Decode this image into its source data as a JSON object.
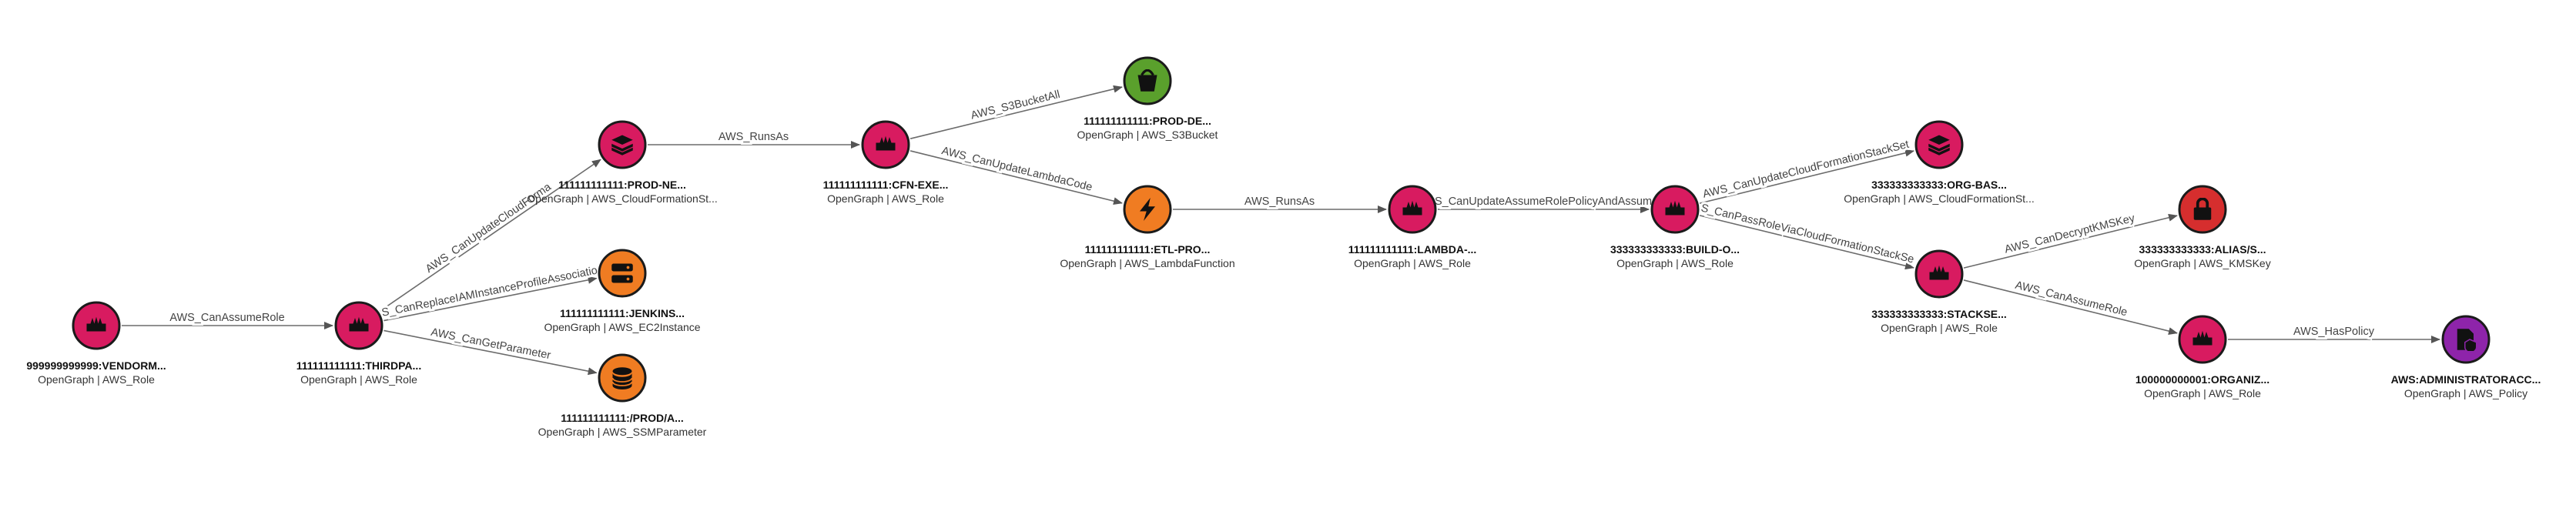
{
  "colors": {
    "AWS_Role": "#d81b60",
    "AWS_CloudFormationStack": "#d81b60",
    "AWS_S3Bucket": "#5aa02c",
    "AWS_LambdaFunction": "#f07c22",
    "AWS_EC2Instance": "#f07c22",
    "AWS_SSMParameter": "#f07c22",
    "AWS_KMSKey": "#d62e2e",
    "AWS_Policy": "#8e24aa"
  },
  "nodes": [
    {
      "id": "vendor",
      "name": "999999999999:VENDORM...",
      "kind": "OpenGraph | AWS_Role",
      "icon": "role-icon",
      "color": "#d81b60"
    },
    {
      "id": "thirdpa",
      "name": "111111111111:THIRDPA...",
      "kind": "OpenGraph | AWS_Role",
      "icon": "role-icon",
      "color": "#d81b60"
    },
    {
      "id": "prodne",
      "name": "111111111111:PROD-NE...",
      "kind": "OpenGraph | AWS_CloudFormationSt...",
      "icon": "stack-icon",
      "color": "#d81b60"
    },
    {
      "id": "jenkins",
      "name": "111111111111:JENKINS...",
      "kind": "OpenGraph | AWS_EC2Instance",
      "icon": "server-icon",
      "color": "#f07c22"
    },
    {
      "id": "ssm",
      "name": "111111111111:/PROD/A...",
      "kind": "OpenGraph | AWS_SSMParameter",
      "icon": "database-icon",
      "color": "#f07c22"
    },
    {
      "id": "cfnexe",
      "name": "111111111111:CFN-EXE...",
      "kind": "OpenGraph | AWS_Role",
      "icon": "role-icon",
      "color": "#d81b60"
    },
    {
      "id": "s3",
      "name": "111111111111:PROD-DE...",
      "kind": "OpenGraph | AWS_S3Bucket",
      "icon": "bucket-icon",
      "color": "#5aa02c"
    },
    {
      "id": "lambdafn",
      "name": "111111111111:ETL-PRO...",
      "kind": "OpenGraph | AWS_LambdaFunction",
      "icon": "lambda-icon",
      "color": "#f07c22"
    },
    {
      "id": "lambdarole",
      "name": "111111111111:LAMBDA-...",
      "kind": "OpenGraph | AWS_Role",
      "icon": "role-icon",
      "color": "#d81b60"
    },
    {
      "id": "build",
      "name": "333333333333:BUILD-O...",
      "kind": "OpenGraph | AWS_Role",
      "icon": "role-icon",
      "color": "#d81b60"
    },
    {
      "id": "orgbas",
      "name": "333333333333:ORG-BAS...",
      "kind": "OpenGraph | AWS_CloudFormationSt...",
      "icon": "stack-icon",
      "color": "#d81b60"
    },
    {
      "id": "stackse",
      "name": "333333333333:STACKSE...",
      "kind": "OpenGraph | AWS_Role",
      "icon": "role-icon",
      "color": "#d81b60"
    },
    {
      "id": "kms",
      "name": "333333333333:ALIAS/S...",
      "kind": "OpenGraph | AWS_KMSKey",
      "icon": "lock-icon",
      "color": "#d62e2e"
    },
    {
      "id": "organiz",
      "name": "100000000001:ORGANIZ...",
      "kind": "OpenGraph | AWS_Role",
      "icon": "role-icon",
      "color": "#d81b60"
    },
    {
      "id": "admin",
      "name": "AWS:ADMINISTRATORACC...",
      "kind": "OpenGraph | AWS_Policy",
      "icon": "policy-icon",
      "color": "#8e24aa"
    }
  ],
  "edges": [
    {
      "from": "vendor",
      "to": "thirdpa",
      "label": "AWS_CanAssumeRole"
    },
    {
      "from": "thirdpa",
      "to": "prodne",
      "label": "AWS_CanUpdateCloudForma"
    },
    {
      "from": "thirdpa",
      "to": "jenkins",
      "label": "S_CanReplaceIAMInstanceProfileAssociatio"
    },
    {
      "from": "thirdpa",
      "to": "ssm",
      "label": "AWS_CanGetParameter"
    },
    {
      "from": "prodne",
      "to": "cfnexe",
      "label": "AWS_RunsAs"
    },
    {
      "from": "cfnexe",
      "to": "s3",
      "label": "AWS_S3BucketAll"
    },
    {
      "from": "cfnexe",
      "to": "lambdafn",
      "label": "AWS_CanUpdateLambdaCode"
    },
    {
      "from": "lambdafn",
      "to": "lambdarole",
      "label": "AWS_RunsAs"
    },
    {
      "from": "lambdarole",
      "to": "build",
      "label": "S_CanUpdateAssumeRolePolicyAndAssum"
    },
    {
      "from": "build",
      "to": "orgbas",
      "label": "AWS_CanUpdateCloudFormationStackSet"
    },
    {
      "from": "build",
      "to": "stackse",
      "label": "S_CanPassRoleViaCloudFormationStackSe"
    },
    {
      "from": "stackse",
      "to": "kms",
      "label": "AWS_CanDecryptKMSKey"
    },
    {
      "from": "stackse",
      "to": "organiz",
      "label": "AWS_CanAssumeRole"
    },
    {
      "from": "organiz",
      "to": "admin",
      "label": "AWS_HasPolicy"
    }
  ]
}
